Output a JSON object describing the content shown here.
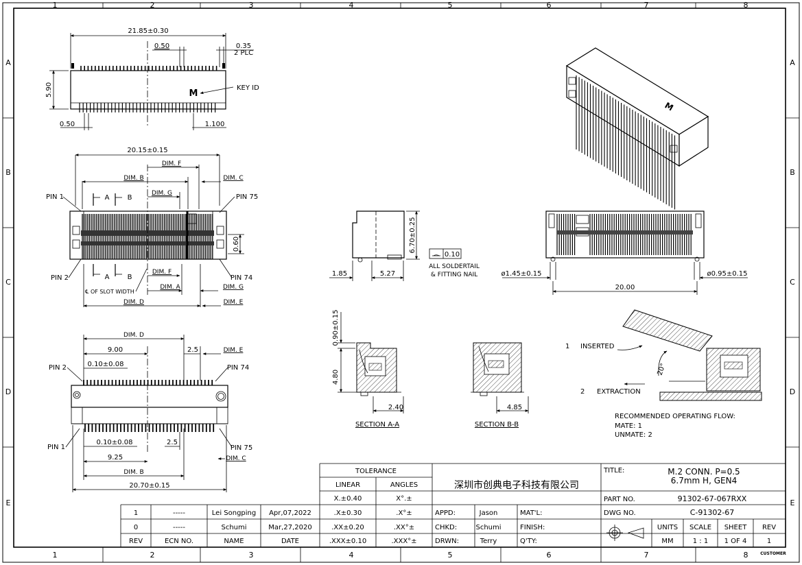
{
  "frame": {
    "col_labels": [
      "1",
      "2",
      "3",
      "4",
      "5",
      "6",
      "7",
      "8"
    ],
    "row_labels": [
      "A",
      "B",
      "C",
      "D",
      "E"
    ]
  },
  "top_view": {
    "overall": "21.85±0.30",
    "pitch": "0.50",
    "tab": "0.35",
    "tab_qty": "2 PLC",
    "height": "5.90",
    "key_mark": "M",
    "key_label": "KEY ID",
    "left_offset": "0.50",
    "right_offset": "1.100"
  },
  "plan_view": {
    "width": "20.15±0.15",
    "dim_f": "DIM. F",
    "dim_b": "DIM. B",
    "dim_c": "DIM. C",
    "dim_g": "DIM. G",
    "pin1": "PIN 1",
    "pin75": "PIN 75",
    "pin2": "PIN 2",
    "pin74": "PIN 74",
    "sec_a": "A",
    "sec_b": "B",
    "h060": "0.60",
    "slot_width": "℄ OF SLOT WIDTH",
    "dim_a": "DIM. A",
    "dim_d": "DIM. D",
    "dim_e": "DIM. E"
  },
  "bottom_view": {
    "dim_d": "DIM. D",
    "d900": "9.00",
    "d25": "2.5",
    "dim_e": "DIM. E",
    "pin2": "PIN 2",
    "pin74": "PIN 74",
    "tol": "0.10±0.08",
    "pin1": "PIN 1",
    "pin75": "PIN 75",
    "tol2": "0.10±0.08",
    "d25b": "2.5",
    "dim_c": "DIM. C",
    "d925": "9.25",
    "dim_b": "DIM. B",
    "width": "20.70±0.15"
  },
  "side_view": {
    "height": "6.70±0.25",
    "left": "1.85",
    "depth": "5.27",
    "flatness": "0.10",
    "note1": "ALL SOLDERTAIL",
    "note2": "& FITTING NAIL"
  },
  "front_view": {
    "hole_left": "ø1.45±0.15",
    "hole_right": "ø0.95±0.15",
    "width": "20.00"
  },
  "sections": {
    "a_height": "0.90±0.15",
    "a_h": "4.80",
    "a_w": "2.40",
    "a_label": "SECTION A-A",
    "b_w": "4.85",
    "b_label": "SECTION B-B"
  },
  "flow": {
    "step1_no": "1",
    "step1": "INSERTED",
    "step2_no": "2",
    "step2": "EXTRACTION",
    "angle": "20°",
    "title": "RECOMMENDED OPERATING FLOW:",
    "mate": "MATE: 1",
    "unmate": "UNMATE: 2"
  },
  "revisions": {
    "headers": [
      "REV",
      "ECN NO.",
      "NAME",
      "DATE"
    ],
    "rows": [
      [
        "1",
        "-----",
        "Lei Songping",
        "Apr,07,2022"
      ],
      [
        "0",
        "-----",
        "Schumi",
        "Mar,27,2020"
      ]
    ]
  },
  "tolerance": {
    "header": "TOLERANCE",
    "linear": "LINEAR",
    "angles": "ANGLES",
    "rows": [
      [
        "X.±0.40",
        "X°.±"
      ],
      [
        ".X±0.30",
        ".X°±"
      ],
      [
        ".XX±0.20",
        ".XX°±"
      ],
      [
        ".XXX±0.10",
        ".XXX°±"
      ]
    ]
  },
  "title_block": {
    "company": "深圳市创典电子科技有限公司",
    "appd_label": "APPD:",
    "appd": "Jason",
    "chkd_label": "CHKD:",
    "chkd": "Schumi",
    "drwn_label": "DRWN:",
    "drwn": "Terry",
    "matl": "MAT'L:",
    "finish": "FINISH:",
    "qty": "Q'TY:",
    "title_label": "TITLE:",
    "title1": "M.2 CONN. P=0.5",
    "title2": "6.7mm H, GEN4",
    "part_label": "PART NO.",
    "part_no": "91302-67-067RXX",
    "dwg_label": "DWG NO.",
    "dwg_no": "C-91302-67",
    "units_label": "UNITS",
    "units": "MM",
    "scale_label": "SCALE",
    "scale": "1 : 1",
    "sheet_label": "SHEET",
    "sheet": "1 OF 4",
    "rev_label": "REV",
    "rev": "1",
    "customer": "CUSTOMER"
  }
}
